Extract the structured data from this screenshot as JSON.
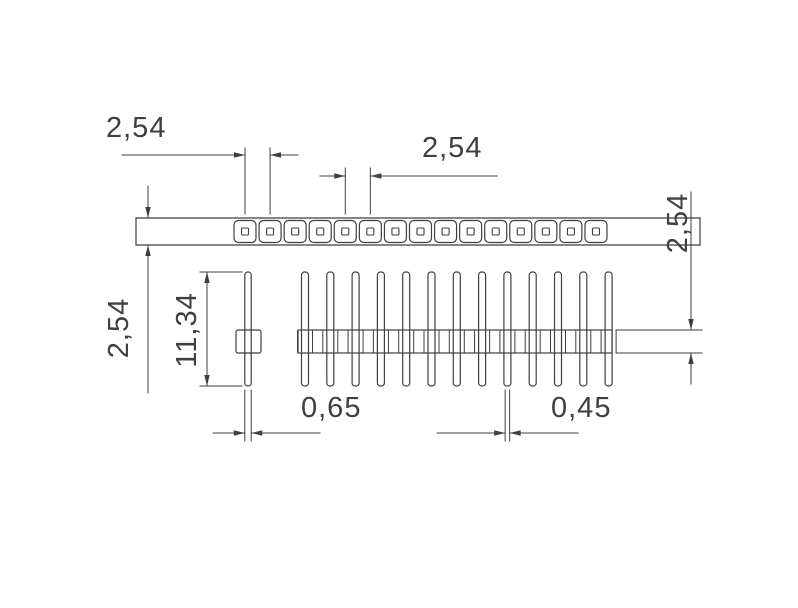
{
  "drawing": {
    "background_color": "#ffffff",
    "line_color": "#3f3f3f",
    "text_color": "#3f3f3f",
    "views": {
      "top_view": {
        "pad_count": 15
      },
      "front_view": {
        "pin_count": 13
      },
      "side_view": {
        "pin_count": 1
      }
    },
    "dimensions": {
      "pitch_left": "2,54",
      "pitch_mid": "2,54",
      "row_height": "2,54",
      "body_height": "2,54",
      "pin_length": "11,34",
      "pin_width": "0,65",
      "pin_thickness": "0,45"
    }
  }
}
